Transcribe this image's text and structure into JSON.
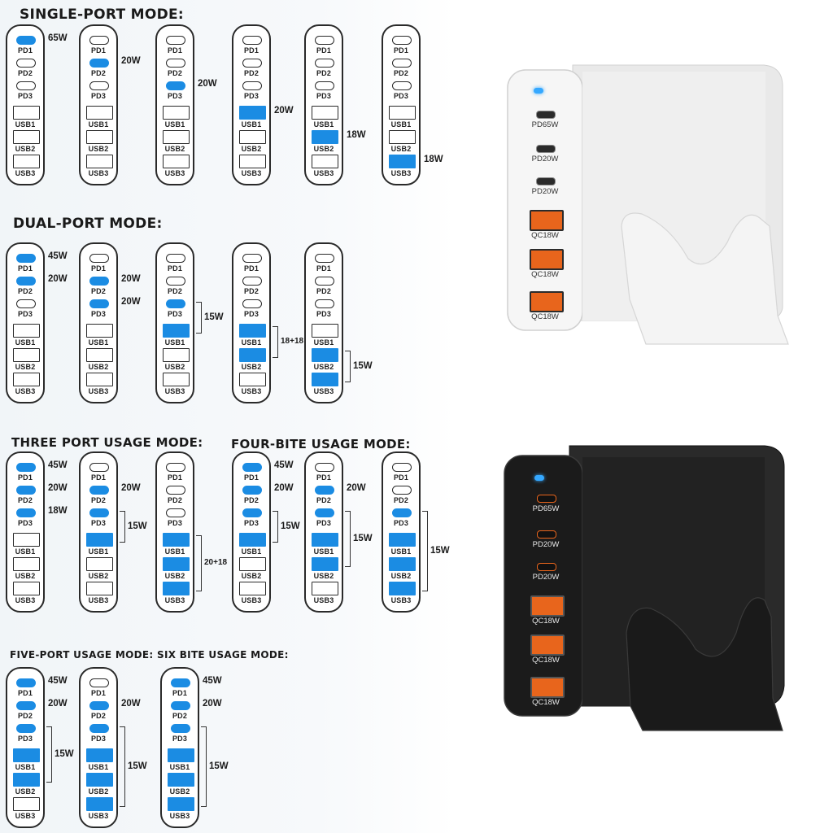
{
  "sections": {
    "single": "SINGLE-PORT MODE:",
    "dual": "DUAL-PORT MODE:",
    "three": "THREE PORT USAGE MODE:",
    "four": "FOUR-BITE USAGE MODE:",
    "five": "FIVE-PORT USAGE MODE:",
    "six": "SIX BITE USAGE MODE:"
  },
  "ports": [
    "PD1",
    "PD2",
    "PD3",
    "USB1",
    "USB2",
    "USB3"
  ],
  "colors": {
    "active_port": "#1b8ce3",
    "indicator_led": "#35a8ff",
    "white_charger": "#f2f2f2",
    "black_charger": "#1a1a1a",
    "usb_a_orange": "#e8651c"
  },
  "diagrams": [
    {
      "id": "single-1",
      "active": [
        0
      ],
      "labels": [
        {
          "port": 0,
          "text": "65W"
        }
      ]
    },
    {
      "id": "single-2",
      "active": [
        1
      ],
      "labels": [
        {
          "port": 1,
          "text": "20W"
        }
      ]
    },
    {
      "id": "single-3",
      "active": [
        2
      ],
      "labels": [
        {
          "port": 2,
          "text": "20W"
        }
      ]
    },
    {
      "id": "single-4",
      "active": [
        3
      ],
      "labels": [
        {
          "port": 3,
          "text": "20W"
        }
      ]
    },
    {
      "id": "single-5",
      "active": [
        4
      ],
      "labels": [
        {
          "port": 4,
          "text": "18W"
        }
      ]
    },
    {
      "id": "single-6",
      "active": [
        5
      ],
      "labels": [
        {
          "port": 5,
          "text": "18W"
        }
      ]
    },
    {
      "id": "dual-1",
      "active": [
        0,
        1
      ],
      "labels": [
        {
          "port": 0,
          "text": "45W"
        },
        {
          "port": 1,
          "text": "20W"
        }
      ]
    },
    {
      "id": "dual-2",
      "active": [
        1,
        2
      ],
      "labels": [
        {
          "port": 1,
          "text": "20W"
        },
        {
          "port": 2,
          "text": "20W"
        }
      ]
    },
    {
      "id": "dual-3",
      "active": [
        2,
        3
      ],
      "labels": [
        {
          "from": 2,
          "to": 3,
          "text": "15W"
        }
      ]
    },
    {
      "id": "dual-4",
      "active": [
        3,
        4
      ],
      "labels": [
        {
          "from": 3,
          "to": 4,
          "text": "18+18"
        }
      ]
    },
    {
      "id": "dual-5",
      "active": [
        4,
        5
      ],
      "labels": [
        {
          "from": 4,
          "to": 5,
          "text": "15W"
        }
      ]
    },
    {
      "id": "three-1",
      "active": [
        0,
        1,
        2
      ],
      "labels": [
        {
          "port": 0,
          "text": "45W"
        },
        {
          "port": 1,
          "text": "20W"
        },
        {
          "port": 2,
          "text": "18W"
        }
      ]
    },
    {
      "id": "three-2",
      "active": [
        1,
        2,
        3
      ],
      "labels": [
        {
          "port": 1,
          "text": "20W"
        },
        {
          "from": 2,
          "to": 3,
          "text": "15W"
        }
      ]
    },
    {
      "id": "three-3",
      "active": [
        3,
        4,
        5
      ],
      "labels": [
        {
          "from": 3,
          "to": 5,
          "text": "20+18"
        }
      ]
    },
    {
      "id": "four-1",
      "active": [
        0,
        1,
        2,
        3
      ],
      "labels": [
        {
          "port": 0,
          "text": "45W"
        },
        {
          "port": 1,
          "text": "20W"
        },
        {
          "from": 2,
          "to": 3,
          "text": "15W"
        }
      ]
    },
    {
      "id": "four-2",
      "active": [
        1,
        2,
        3,
        4
      ],
      "labels": [
        {
          "port": 1,
          "text": "20W"
        },
        {
          "from": 2,
          "to": 4,
          "text": "15W"
        }
      ]
    },
    {
      "id": "four-3",
      "active": [
        2,
        3,
        4,
        5
      ],
      "labels": [
        {
          "from": 2,
          "to": 5,
          "text": "15W"
        }
      ]
    },
    {
      "id": "five-1",
      "active": [
        0,
        1,
        2,
        3,
        4
      ],
      "labels": [
        {
          "port": 0,
          "text": "45W"
        },
        {
          "port": 1,
          "text": "20W"
        },
        {
          "from": 2,
          "to": 4,
          "text": "15W"
        }
      ]
    },
    {
      "id": "five-2",
      "active": [
        1,
        2,
        3,
        4,
        5
      ],
      "labels": [
        {
          "port": 1,
          "text": "20W"
        },
        {
          "from": 2,
          "to": 5,
          "text": "15W"
        }
      ]
    },
    {
      "id": "six-1",
      "active": [
        0,
        1,
        2,
        3,
        4,
        5
      ],
      "labels": [
        {
          "port": 0,
          "text": "45W"
        },
        {
          "port": 1,
          "text": "20W"
        },
        {
          "from": 2,
          "to": 5,
          "text": "15W"
        }
      ]
    }
  ],
  "product_labels": [
    "PD65W",
    "PD20W",
    "PD20W",
    "QC18W",
    "QC18W",
    "QC18W"
  ]
}
